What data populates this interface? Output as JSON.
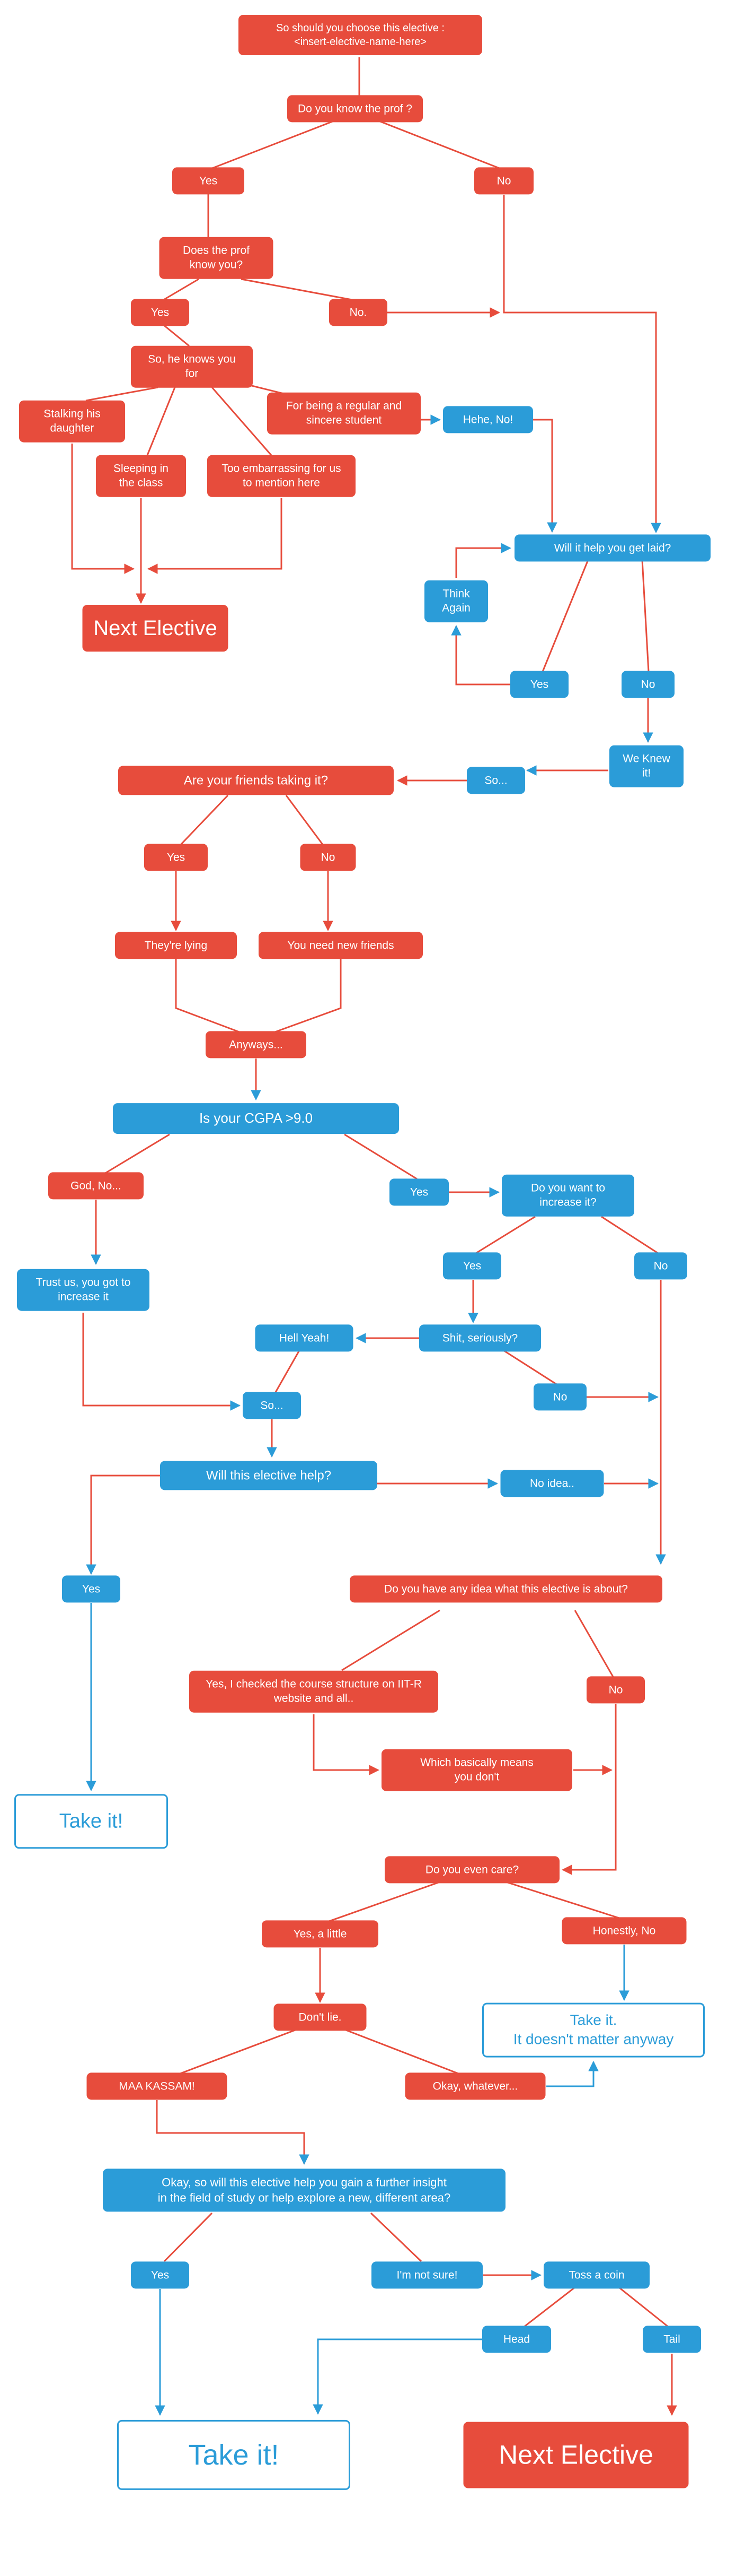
{
  "colors": {
    "red": "#e74c3c",
    "blue": "#2b9cd8",
    "white_box_border": "#2b9cd8",
    "line": "#e74c3c",
    "background": "#ffffff"
  },
  "nodes": {
    "title": {
      "label": "So should you choose this elective :\n<insert-elective-name-here>"
    },
    "know_prof": {
      "label": "Do you know the prof ?"
    },
    "know_prof_yes": {
      "label": "Yes"
    },
    "know_prof_no": {
      "label": "No"
    },
    "prof_know_you": {
      "label": "Does the prof know you?"
    },
    "prof_know_you_yes": {
      "label": "Yes"
    },
    "prof_know_you_no": {
      "label": "No."
    },
    "knows_you_for": {
      "label": "So, he knows you for"
    },
    "stalking": {
      "label": "Stalking his daughter"
    },
    "sincere_student": {
      "label": "For being a regular and sincere student"
    },
    "hehe_no": {
      "label": "Hehe, No!"
    },
    "sleeping": {
      "label": "Sleeping in the class"
    },
    "embarrassing": {
      "label": "Too embarrassing for us to mention here"
    },
    "get_laid": {
      "label": "Will it help you get laid?"
    },
    "think_again": {
      "label": "Think Again"
    },
    "next_elective_1": {
      "label": "Next Elective"
    },
    "get_laid_yes": {
      "label": "Yes"
    },
    "get_laid_no": {
      "label": "No"
    },
    "we_knew_it": {
      "label": "We Knew it!"
    },
    "so_1": {
      "label": "So..."
    },
    "friends_taking": {
      "label": "Are your friends taking it?"
    },
    "friends_yes": {
      "label": "Yes"
    },
    "friends_no": {
      "label": "No"
    },
    "theyre_lying": {
      "label": "They're lying"
    },
    "new_friends": {
      "label": "You need new friends"
    },
    "anyways": {
      "label": "Anyways..."
    },
    "cgpa": {
      "label": "Is your CGPA >9.0"
    },
    "god_no": {
      "label": "God, No..."
    },
    "cgpa_yes": {
      "label": "Yes"
    },
    "increase_it": {
      "label": "Do you want to increase it?"
    },
    "trust_us": {
      "label": "Trust us, you got to increase it"
    },
    "increase_yes": {
      "label": "Yes"
    },
    "increase_no": {
      "label": "No"
    },
    "hell_yeah": {
      "label": "Hell Yeah!"
    },
    "shit_seriously": {
      "label": "Shit, seriously?"
    },
    "shit_no": {
      "label": "No"
    },
    "so_2": {
      "label": "So..."
    },
    "elective_help": {
      "label": "Will this elective help?"
    },
    "no_idea": {
      "label": "No idea.."
    },
    "help_yes": {
      "label": "Yes"
    },
    "any_idea": {
      "label": "Do you have any idea what this elective is about?"
    },
    "checked_course": {
      "label": "Yes, I checked the course structure on IIT-R website and all.."
    },
    "any_idea_no": {
      "label": "No"
    },
    "basically_means": {
      "label": "Which basically means\nyou don't"
    },
    "take_it_1": {
      "label": "Take it!"
    },
    "even_care": {
      "label": "Do you even care?"
    },
    "yes_little": {
      "label": "Yes, a little"
    },
    "honestly_no": {
      "label": "Honestly, No"
    },
    "dont_lie": {
      "label": "Don't lie."
    },
    "take_it_2": {
      "label": "Take it.\nIt doesn't matter anyway"
    },
    "maa_kassam": {
      "label": "MAA KASSAM!"
    },
    "okay_whatever": {
      "label": "Okay, whatever..."
    },
    "big_question": {
      "label": "Okay, so will this elective help you gain a further insight\nin the field of study or help explore a new,  different area?"
    },
    "big_q_yes": {
      "label": "Yes"
    },
    "not_sure": {
      "label": "I'm not sure!"
    },
    "toss_coin": {
      "label": "Toss a coin"
    },
    "head": {
      "label": "Head"
    },
    "tail": {
      "label": "Tail"
    },
    "take_it_3": {
      "label": "Take it!"
    },
    "next_elective_2": {
      "label": "Next Elective"
    }
  }
}
